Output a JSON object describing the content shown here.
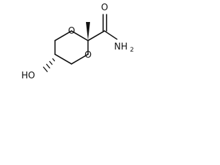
{
  "atoms": {
    "carbonyl_oxygen": "O",
    "ring_oxygen_top": "O",
    "ring_oxygen_bottom": "O",
    "amide_nitrogen": "NH",
    "amide_nitrogen_subscript": "2",
    "hydroxyl": "HO"
  },
  "colors": {
    "bond": "#111111",
    "background": "#ffffff"
  }
}
